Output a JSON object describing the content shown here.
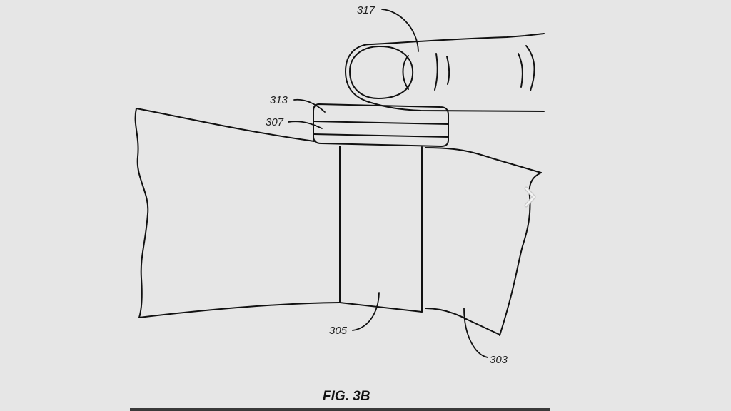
{
  "figure": {
    "caption": "FIG. 3B",
    "labels": {
      "finger": "317",
      "top_layer": "313",
      "sensor_layer": "307",
      "band": "305",
      "wrist": "303"
    }
  },
  "navigation": {
    "next_icon": "chevron-right-icon"
  },
  "colors": {
    "background": "#e6e6e6",
    "line": "#111111",
    "bottom_bar": "#3a3a3a"
  }
}
